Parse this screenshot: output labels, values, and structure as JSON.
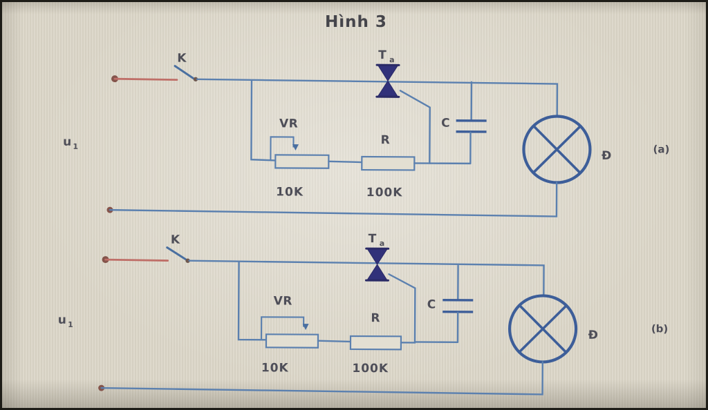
{
  "title": "Hình 3",
  "colors": {
    "background": "#dcd7c9",
    "wire_blue": "#5b80af",
    "wire_red": "#bf6f68",
    "component_navy": "#31317a",
    "lamp_blue": "#3d5e99",
    "label_gray": "#4e4e58",
    "terminal_maroon": "#84544b"
  },
  "circuits": [
    {
      "figure_label": "(a)",
      "source_label": "u",
      "source_sub": "1",
      "switch_label": "K",
      "triac_label": "T",
      "triac_sub": "a",
      "pot_label": "VR",
      "pot_value": "10K",
      "resistor_label": "R",
      "resistor_value": "100K",
      "capacitor_label": "C",
      "lamp_label": "Đ"
    },
    {
      "figure_label": "(b)",
      "source_label": "u",
      "source_sub": "1",
      "switch_label": "K",
      "triac_label": "T",
      "triac_sub": "a",
      "pot_label": "VR",
      "pot_value": "10K",
      "resistor_label": "R",
      "resistor_value": "100K",
      "capacitor_label": "C",
      "lamp_label": "Đ"
    }
  ]
}
